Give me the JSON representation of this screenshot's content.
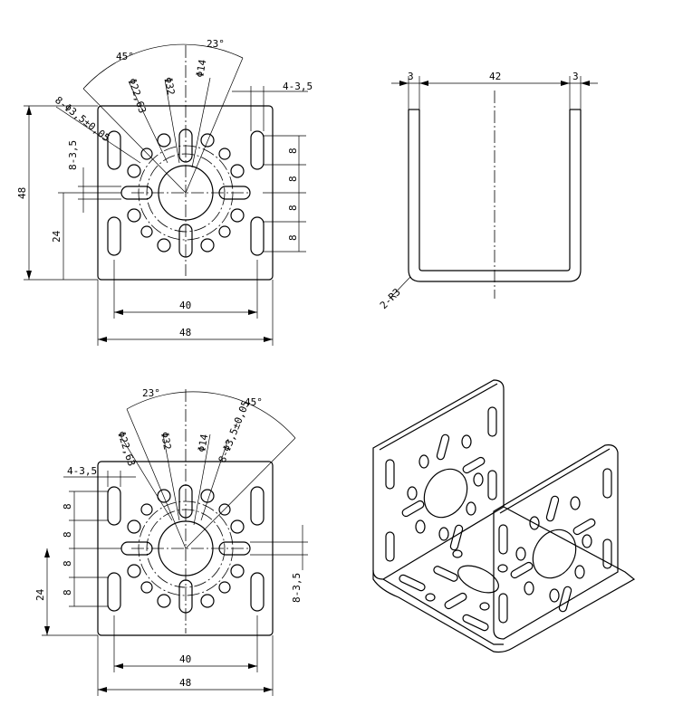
{
  "labels": {
    "tl_angle_45": "45°",
    "tl_angle_23": "23°",
    "tl_dia_22_63": "Φ22,63",
    "tl_dia_32": "Φ32",
    "tl_dia_14": "Φ14",
    "tl_holes_3_5": "8-Φ3,5±0,05",
    "tl_slots_4": "4-3,5",
    "tl_slots_8": "8-3,5",
    "tl_h48": "48",
    "tl_h24": "24",
    "tl_8a": "8",
    "tl_8b": "8",
    "tl_8c": "8",
    "tl_8d": "8",
    "tl_w40": "40",
    "tl_w48": "48",
    "tr_3l": "3",
    "tr_42": "42",
    "tr_3r": "3",
    "tr_r3": "2-R3",
    "bl_angle_23": "23°",
    "bl_angle_45": "45°",
    "bl_dia_22_63": "Φ22,63",
    "bl_dia_32": "Φ32",
    "bl_dia_14": "Φ14",
    "bl_holes_3_5": "8-Φ3,5±0,05",
    "bl_slots_4": "4-3,5",
    "bl_slots_8": "8-3,5",
    "bl_8a": "8",
    "bl_8b": "8",
    "bl_8c": "8",
    "bl_8d": "8",
    "bl_h24": "24",
    "bl_w40": "40",
    "bl_w48": "48"
  }
}
